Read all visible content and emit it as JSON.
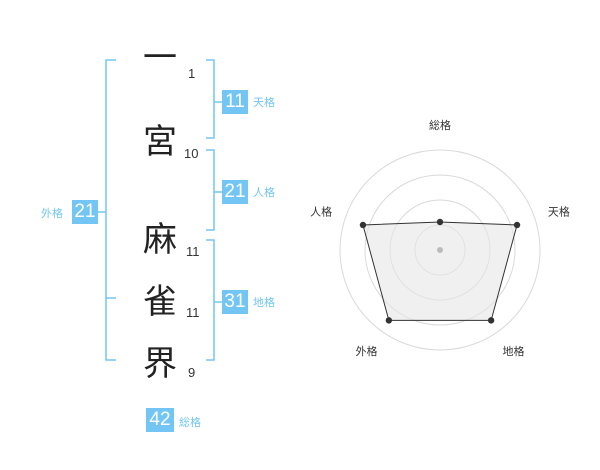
{
  "name": {
    "chars": [
      {
        "char": "一",
        "strokes": "1"
      },
      {
        "char": "宮",
        "strokes": "10"
      },
      {
        "char": "麻",
        "strokes": "11"
      },
      {
        "char": "雀",
        "strokes": "11"
      },
      {
        "char": "界",
        "strokes": "9"
      }
    ]
  },
  "kakusu": {
    "tenkaku": {
      "value": "11",
      "label": "天格"
    },
    "jinkaku": {
      "value": "21",
      "label": "人格"
    },
    "chikaku": {
      "value": "31",
      "label": "地格"
    },
    "gaikaku": {
      "value": "21",
      "label": "外格"
    },
    "soukaku": {
      "value": "42",
      "label": "総格"
    }
  },
  "colors": {
    "accent": "#73c6f3",
    "text": "#222222",
    "grid": "#d9d9d9",
    "area": "#f0f0f0",
    "line": "#333333"
  },
  "chart_data": {
    "type": "radar",
    "axes": [
      "総格",
      "天格",
      "地格",
      "外格",
      "人格"
    ],
    "values": [
      0.28,
      0.81,
      0.87,
      0.87,
      0.81
    ],
    "max": 1,
    "rings": 4
  }
}
